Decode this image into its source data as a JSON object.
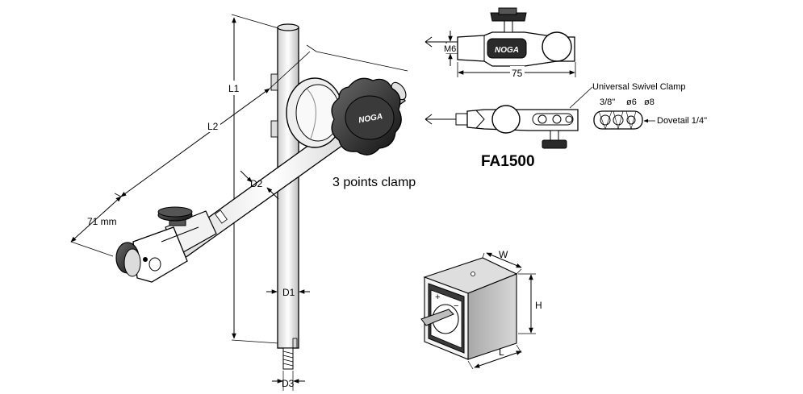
{
  "labels": {
    "L1": "L1",
    "L2": "L2",
    "D2": "D2",
    "D1": "D1",
    "D3": "D3",
    "arm_length": "71 mm",
    "clamp_caption": "3 points clamp",
    "thread": "M6",
    "length_75": "75",
    "swivel_clamp": "Universal Swivel Clamp",
    "size_38": "3/8\"",
    "size_6": "ø6",
    "size_8": "ø8",
    "dovetail": "Dovetail 1/4\"",
    "model": "FA1500",
    "W": "W",
    "H": "H",
    "L": "L"
  },
  "brand": {
    "logo_text": "NOGA"
  }
}
